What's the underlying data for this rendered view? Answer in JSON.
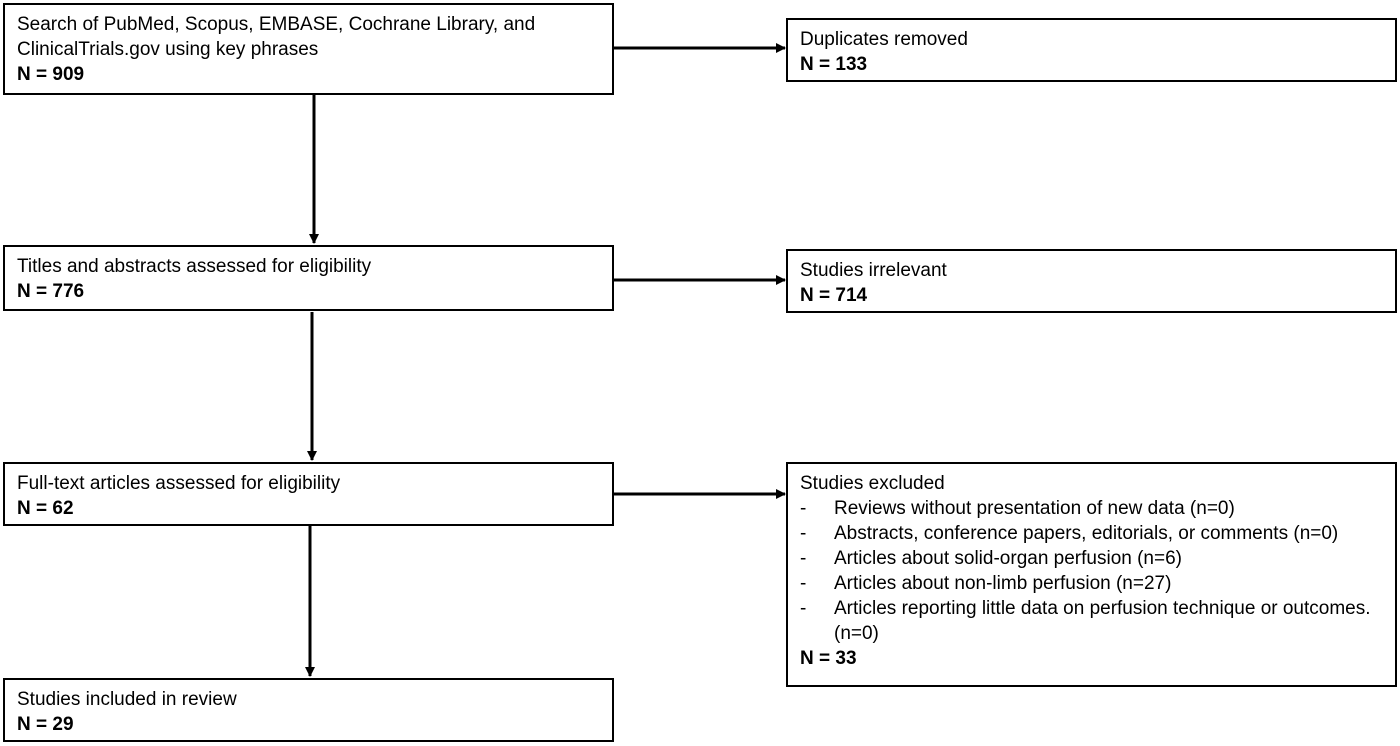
{
  "flow": {
    "search": {
      "text": "Search of PubMed, Scopus, EMBASE, Cochrane Library, and ClinicalTrials.gov using key phrases",
      "count": "N = 909"
    },
    "duplicates": {
      "text": "Duplicates removed",
      "count": "N = 133"
    },
    "screening": {
      "text": "Titles and abstracts assessed for eligibility",
      "count": "N = 776"
    },
    "irrelevant": {
      "text": "Studies irrelevant",
      "count": "N = 714"
    },
    "fulltext": {
      "text": "Full-text articles assessed for eligibility",
      "count": "N = 62"
    },
    "excluded": {
      "text": "Studies excluded",
      "reasons": [
        "Reviews without presentation of new data (n=0)",
        "Abstracts, conference papers, editorials, or comments (n=0)",
        "Articles about solid-organ perfusion (n=6)",
        "Articles about non-limb perfusion (n=27)",
        "Articles reporting little data on perfusion technique or outcomes. (n=0)"
      ],
      "bullet": "-",
      "count": "N = 33"
    },
    "included": {
      "text": "Studies included in review",
      "count": "N = 29"
    }
  },
  "colors": {
    "line": "#000000",
    "box_fill": "#ffffff"
  }
}
